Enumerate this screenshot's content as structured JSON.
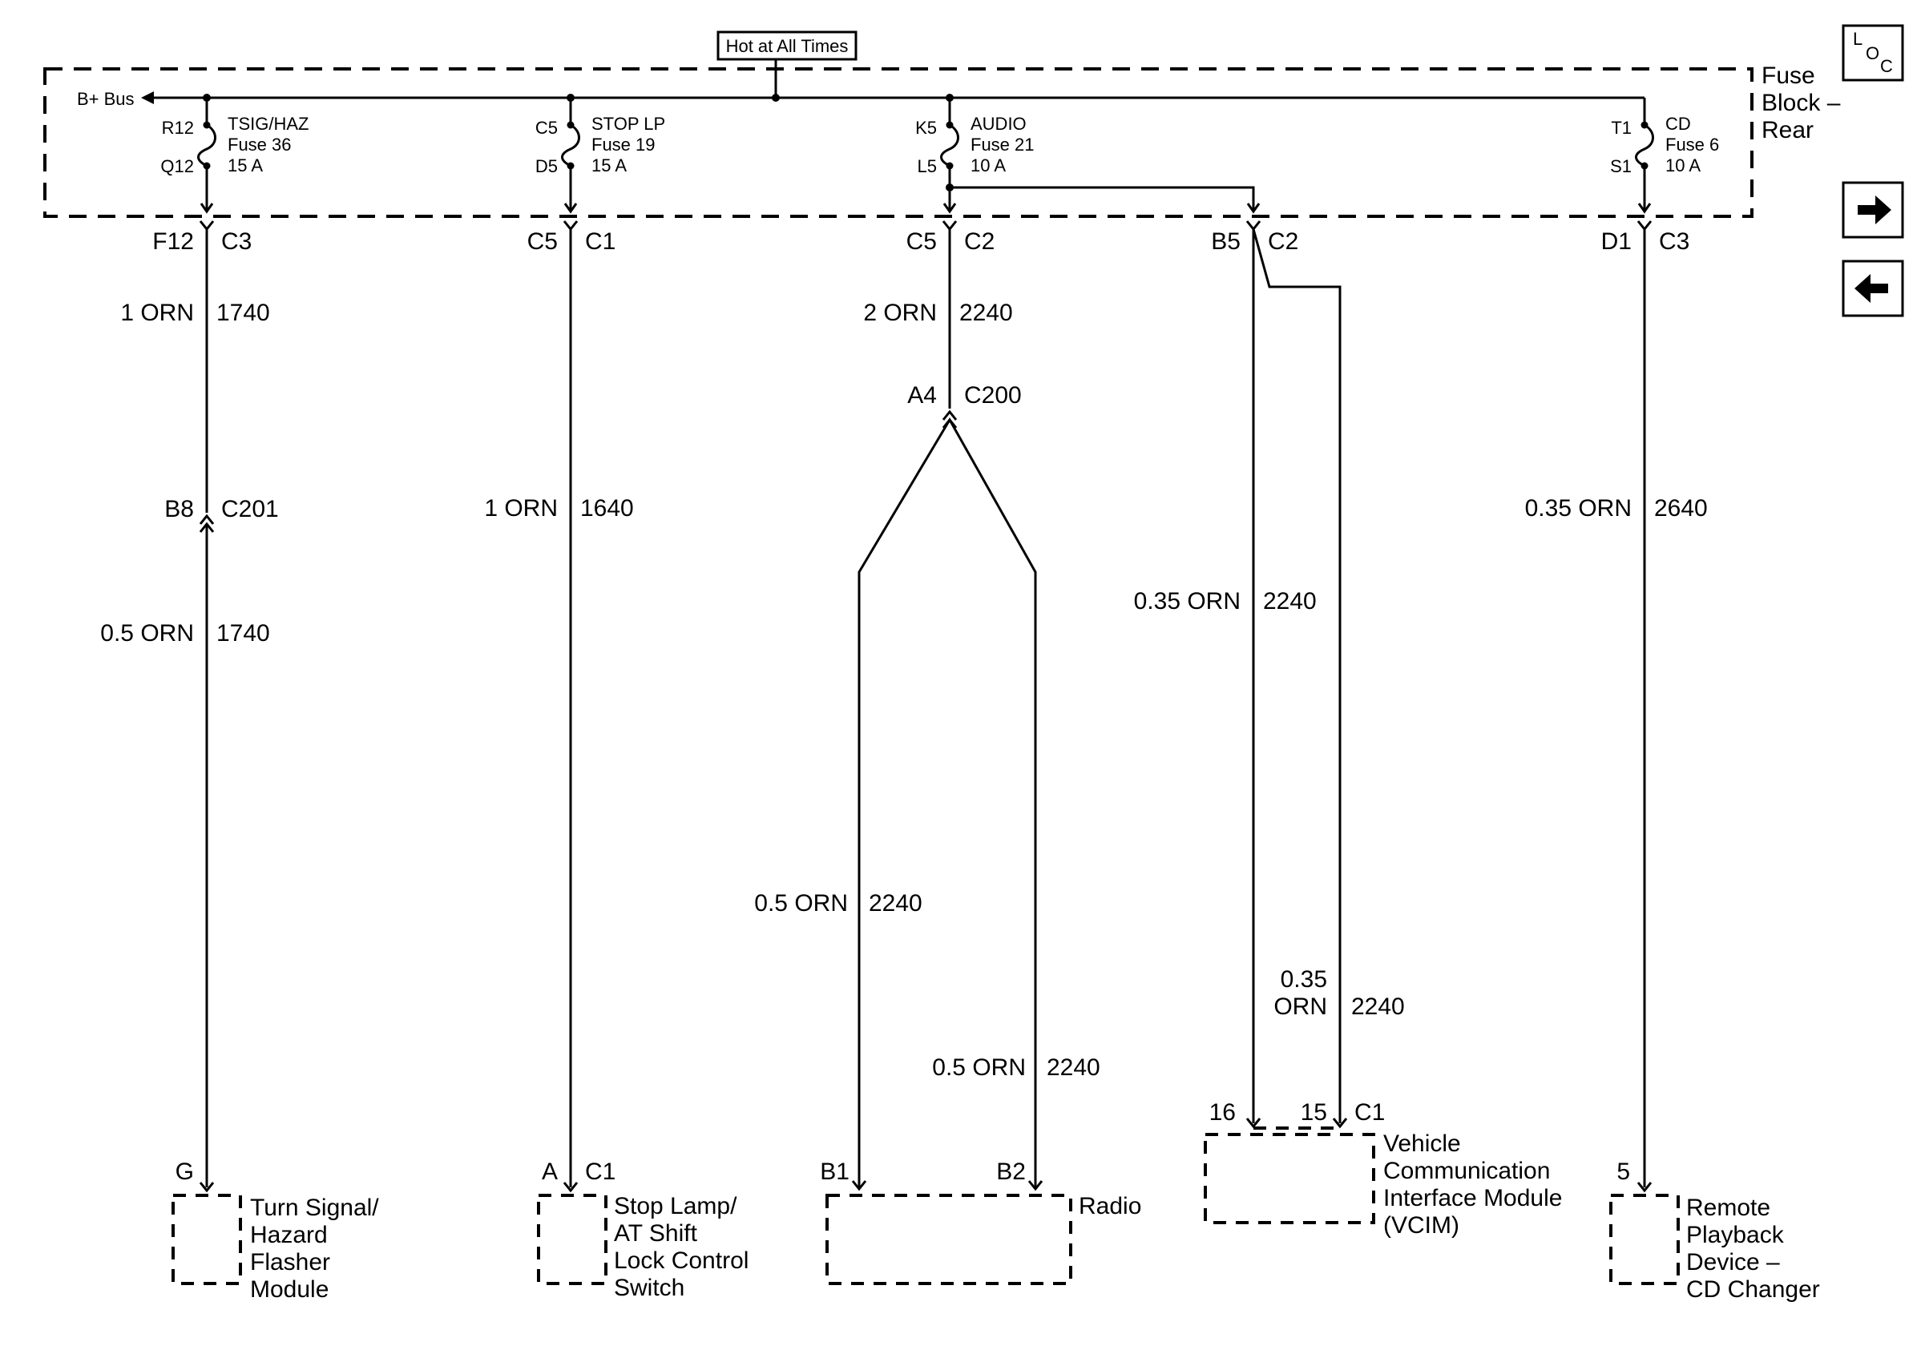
{
  "header": {
    "hot_label": "Hot at All Times",
    "bus_label": "B+ Bus",
    "fuse_block_line1": "Fuse",
    "fuse_block_line2": "Block –",
    "fuse_block_line3": "Rear"
  },
  "nav": {
    "loc_L": "L",
    "loc_O": "O",
    "loc_C": "C",
    "forward_icon": "right-arrow-icon",
    "back_icon": "left-arrow-icon"
  },
  "fuses": [
    {
      "pin_top": "R12",
      "pin_bottom": "Q12",
      "name": "TSIG/HAZ",
      "fuse": "Fuse 36",
      "rating": "15 A"
    },
    {
      "pin_top": "C5",
      "pin_bottom": "D5",
      "name": "STOP LP",
      "fuse": "Fuse 19",
      "rating": "15 A"
    },
    {
      "pin_top": "K5",
      "pin_bottom": "L5",
      "name": "AUDIO",
      "fuse": "Fuse 21",
      "rating": "10 A"
    },
    {
      "pin_top": "T1",
      "pin_bottom": "S1",
      "name": "CD",
      "fuse": "Fuse 6",
      "rating": "10 A"
    }
  ],
  "connectors": {
    "c1_pin": "F12",
    "c1_conn": "C3",
    "c2_pin": "C5",
    "c2_conn": "C1",
    "c3_pin": "C5",
    "c3_conn": "C2",
    "c4_pin": "B5",
    "c4_conn": "C2",
    "c5_pin": "D1",
    "c5_conn": "C3",
    "c200_pin": "A4",
    "c200_conn": "C200",
    "c201_pin": "B8",
    "c201_conn": "C201"
  },
  "wires": {
    "w1a_gauge": "1 ORN",
    "w1a_circuit": "1740",
    "w1b_gauge": "0.5 ORN",
    "w1b_circuit": "1740",
    "w2_gauge": "1 ORN",
    "w2_circuit": "1640",
    "w3_gauge": "2 ORN",
    "w3_circuit": "2240",
    "w3a_gauge": "0.5 ORN",
    "w3a_circuit": "2240",
    "w3b_gauge": "0.5 ORN",
    "w3b_circuit": "2240",
    "w4a_gauge": "0.35 ORN",
    "w4a_circuit": "2240",
    "w4b_gauge_line1": "0.35",
    "w4b_gauge_line2": "ORN",
    "w4b_circuit": "2240",
    "w5_gauge": "0.35 ORN",
    "w5_circuit": "2640"
  },
  "components": {
    "flasher": {
      "pin": "G",
      "line1": "Turn Signal/",
      "line2": "Hazard",
      "line3": "Flasher",
      "line4": "Module"
    },
    "stoplamp": {
      "pin": "A",
      "conn": "C1",
      "line1": "Stop Lamp/",
      "line2": "AT Shift",
      "line3": "Lock Control",
      "line4": "Switch"
    },
    "radio": {
      "pin1": "B1",
      "pin2": "B2",
      "label": "Radio"
    },
    "vcim": {
      "pin1": "16",
      "pin2": "15",
      "conn": "C1",
      "line1": "Vehicle",
      "line2": "Communication",
      "line3": "Interface Module",
      "line4": "(VCIM)"
    },
    "cdchanger": {
      "pin": "5",
      "line1": "Remote",
      "line2": "Playback",
      "line3": "Device –",
      "line4": "CD Changer"
    }
  }
}
